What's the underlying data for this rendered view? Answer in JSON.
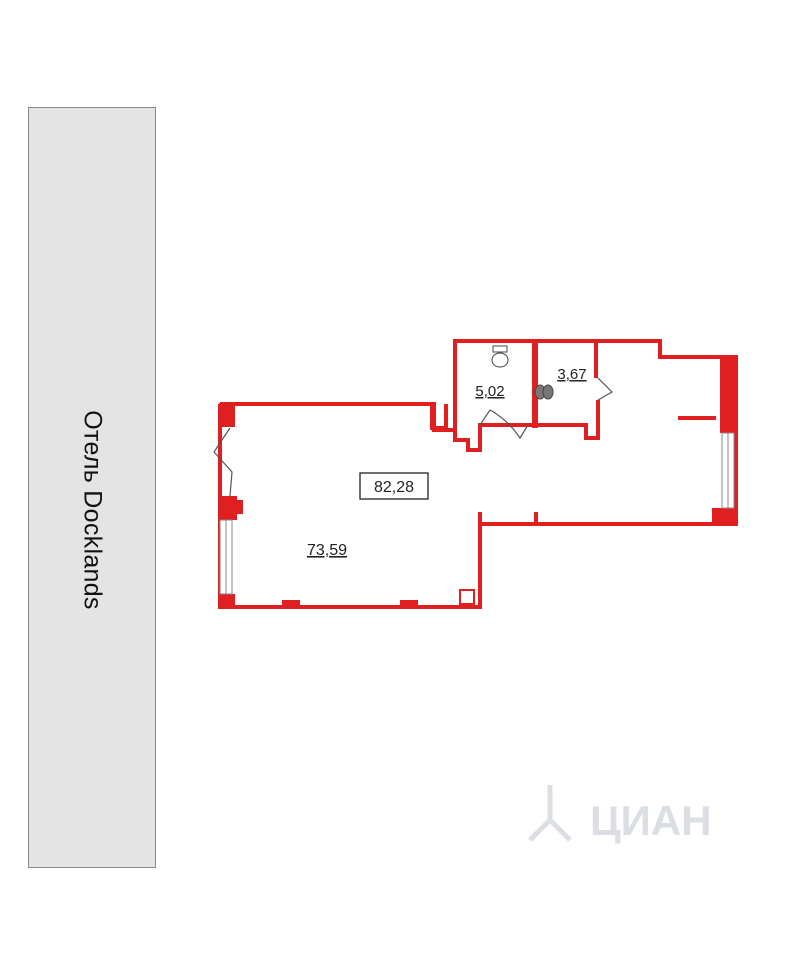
{
  "hotel": {
    "label": "Отель Docklands"
  },
  "plan": {
    "total_area": "82,28",
    "main_room_area": "73,59",
    "toilet_area": "5,02",
    "second_room_area": "3,67"
  },
  "colors": {
    "wall": "#e02020",
    "hotel_fill": "#e4e4e4",
    "watermark": "#9aa3ad"
  },
  "watermark": {
    "logo": "cian-logo-icon",
    "text": "ЦИАН"
  }
}
